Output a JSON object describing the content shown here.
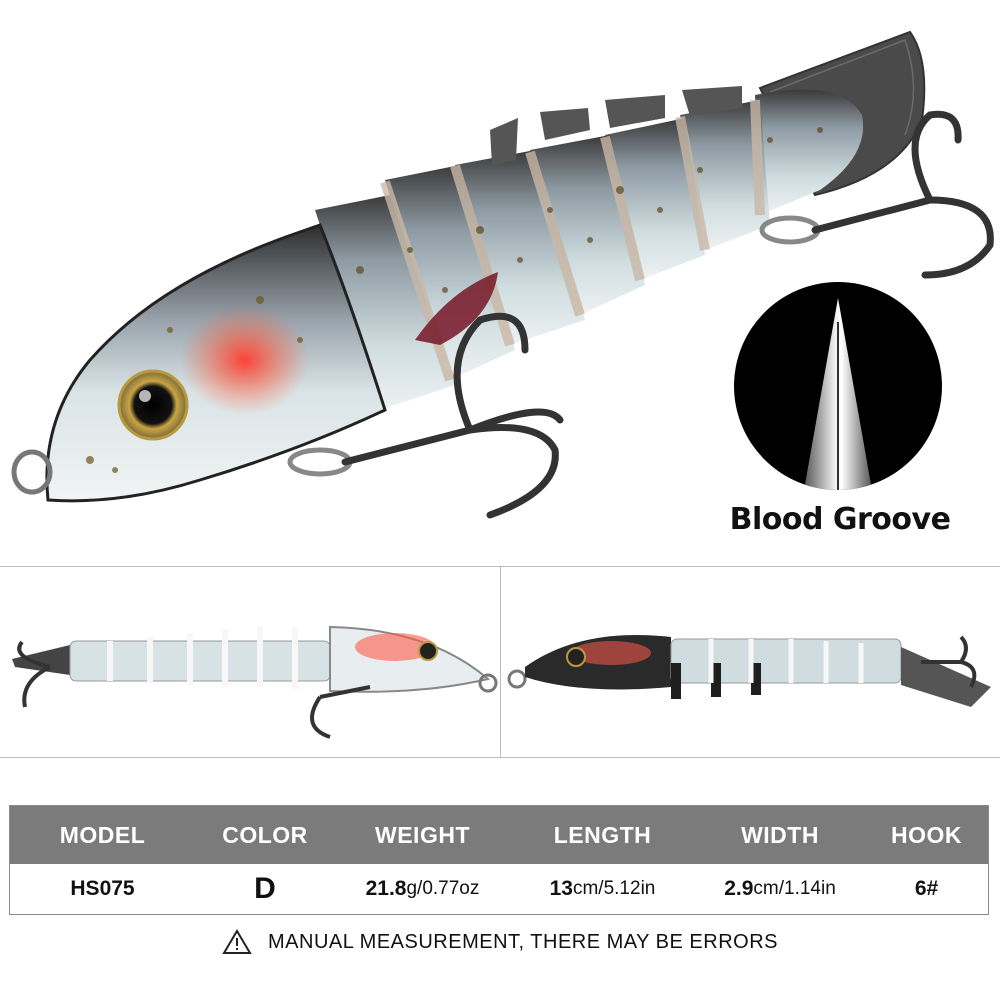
{
  "groove": {
    "label": "Blood Groove"
  },
  "specs": {
    "headers": [
      "MODEL",
      "COLOR",
      "WEIGHT",
      "LENGTH",
      "WIDTH",
      "HOOK"
    ],
    "model": "HS075",
    "color": "D",
    "weight_main": "21.8",
    "weight_unit": "g/0.77oz",
    "length_main": "13",
    "length_unit": "cm/5.12in",
    "width_main": "2.9",
    "width_unit": "cm/1.14in",
    "hook": "6#"
  },
  "note": {
    "text": "MANUAL MEASUREMENT, THERE MAY BE ERRORS",
    "icon": "warning-icon"
  },
  "colors": {
    "header_bg": "#7b7b7b",
    "lure_belly": "#e8eef0",
    "lure_back": "#2a2a2a",
    "accent_red": "#e8413a"
  }
}
